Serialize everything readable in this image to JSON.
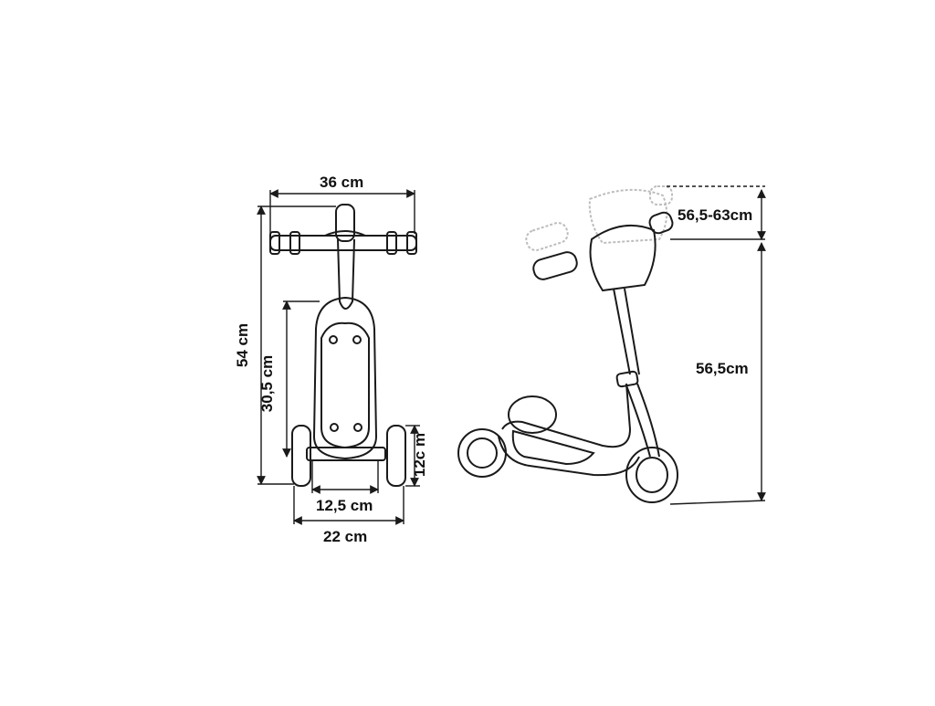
{
  "dimensions": {
    "handlebar_width": "36 cm",
    "total_height_front": "54 cm",
    "deck_length": "30,5 cm",
    "wheel_height": "12c m",
    "deck_width": "12,5 cm",
    "wheelbase_width": "22 cm",
    "adjustable_height": "56,5-63cm",
    "base_height": "56,5cm"
  },
  "colors": {
    "line": "#1a1a1a",
    "deck_fill": "#ffffff",
    "ghost": "#bdbdbd"
  },
  "icons": {
    "front_view": "scooter-front-view",
    "side_view": "scooter-side-view"
  }
}
